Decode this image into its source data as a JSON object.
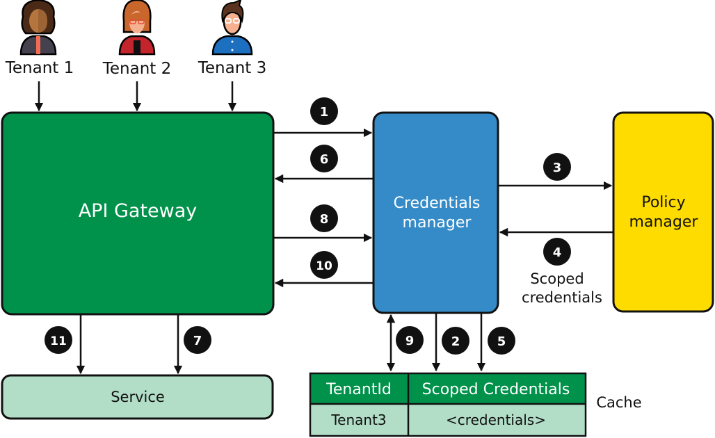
{
  "tenants": [
    {
      "label": "Tenant 1",
      "icon": "person-woman-curly-hair-icon"
    },
    {
      "label": "Tenant 2",
      "icon": "person-woman-glasses-icon"
    },
    {
      "label": "Tenant 3",
      "icon": "person-man-glasses-icon"
    }
  ],
  "nodes": {
    "api_gateway": {
      "label": "API Gateway",
      "color": "#00914a"
    },
    "credentials_manager": {
      "label_line1": "Credentials",
      "label_line2": "manager",
      "color": "#358bc7"
    },
    "policy_manager": {
      "label_line1": "Policy",
      "label_line2": "manager",
      "color": "#ffdc00"
    },
    "service": {
      "label": "Service",
      "color": "#b2dec7"
    }
  },
  "steps": {
    "s1": "1",
    "s2": "2",
    "s3": "3",
    "s4": "4",
    "s5": "5",
    "s6": "6",
    "s7": "7",
    "s8": "8",
    "s9": "9",
    "s10": "10",
    "s11": "11"
  },
  "annotations": {
    "scoped_line1": "Scoped",
    "scoped_line2": "credentials",
    "cache_label": "Cache"
  },
  "cache_table": {
    "headers": [
      "TenantId",
      "Scoped Credentials"
    ],
    "rows": [
      [
        "Tenant3",
        "<credentials>"
      ]
    ],
    "header_color": "#00914a",
    "row_color": "#b2dec7"
  }
}
